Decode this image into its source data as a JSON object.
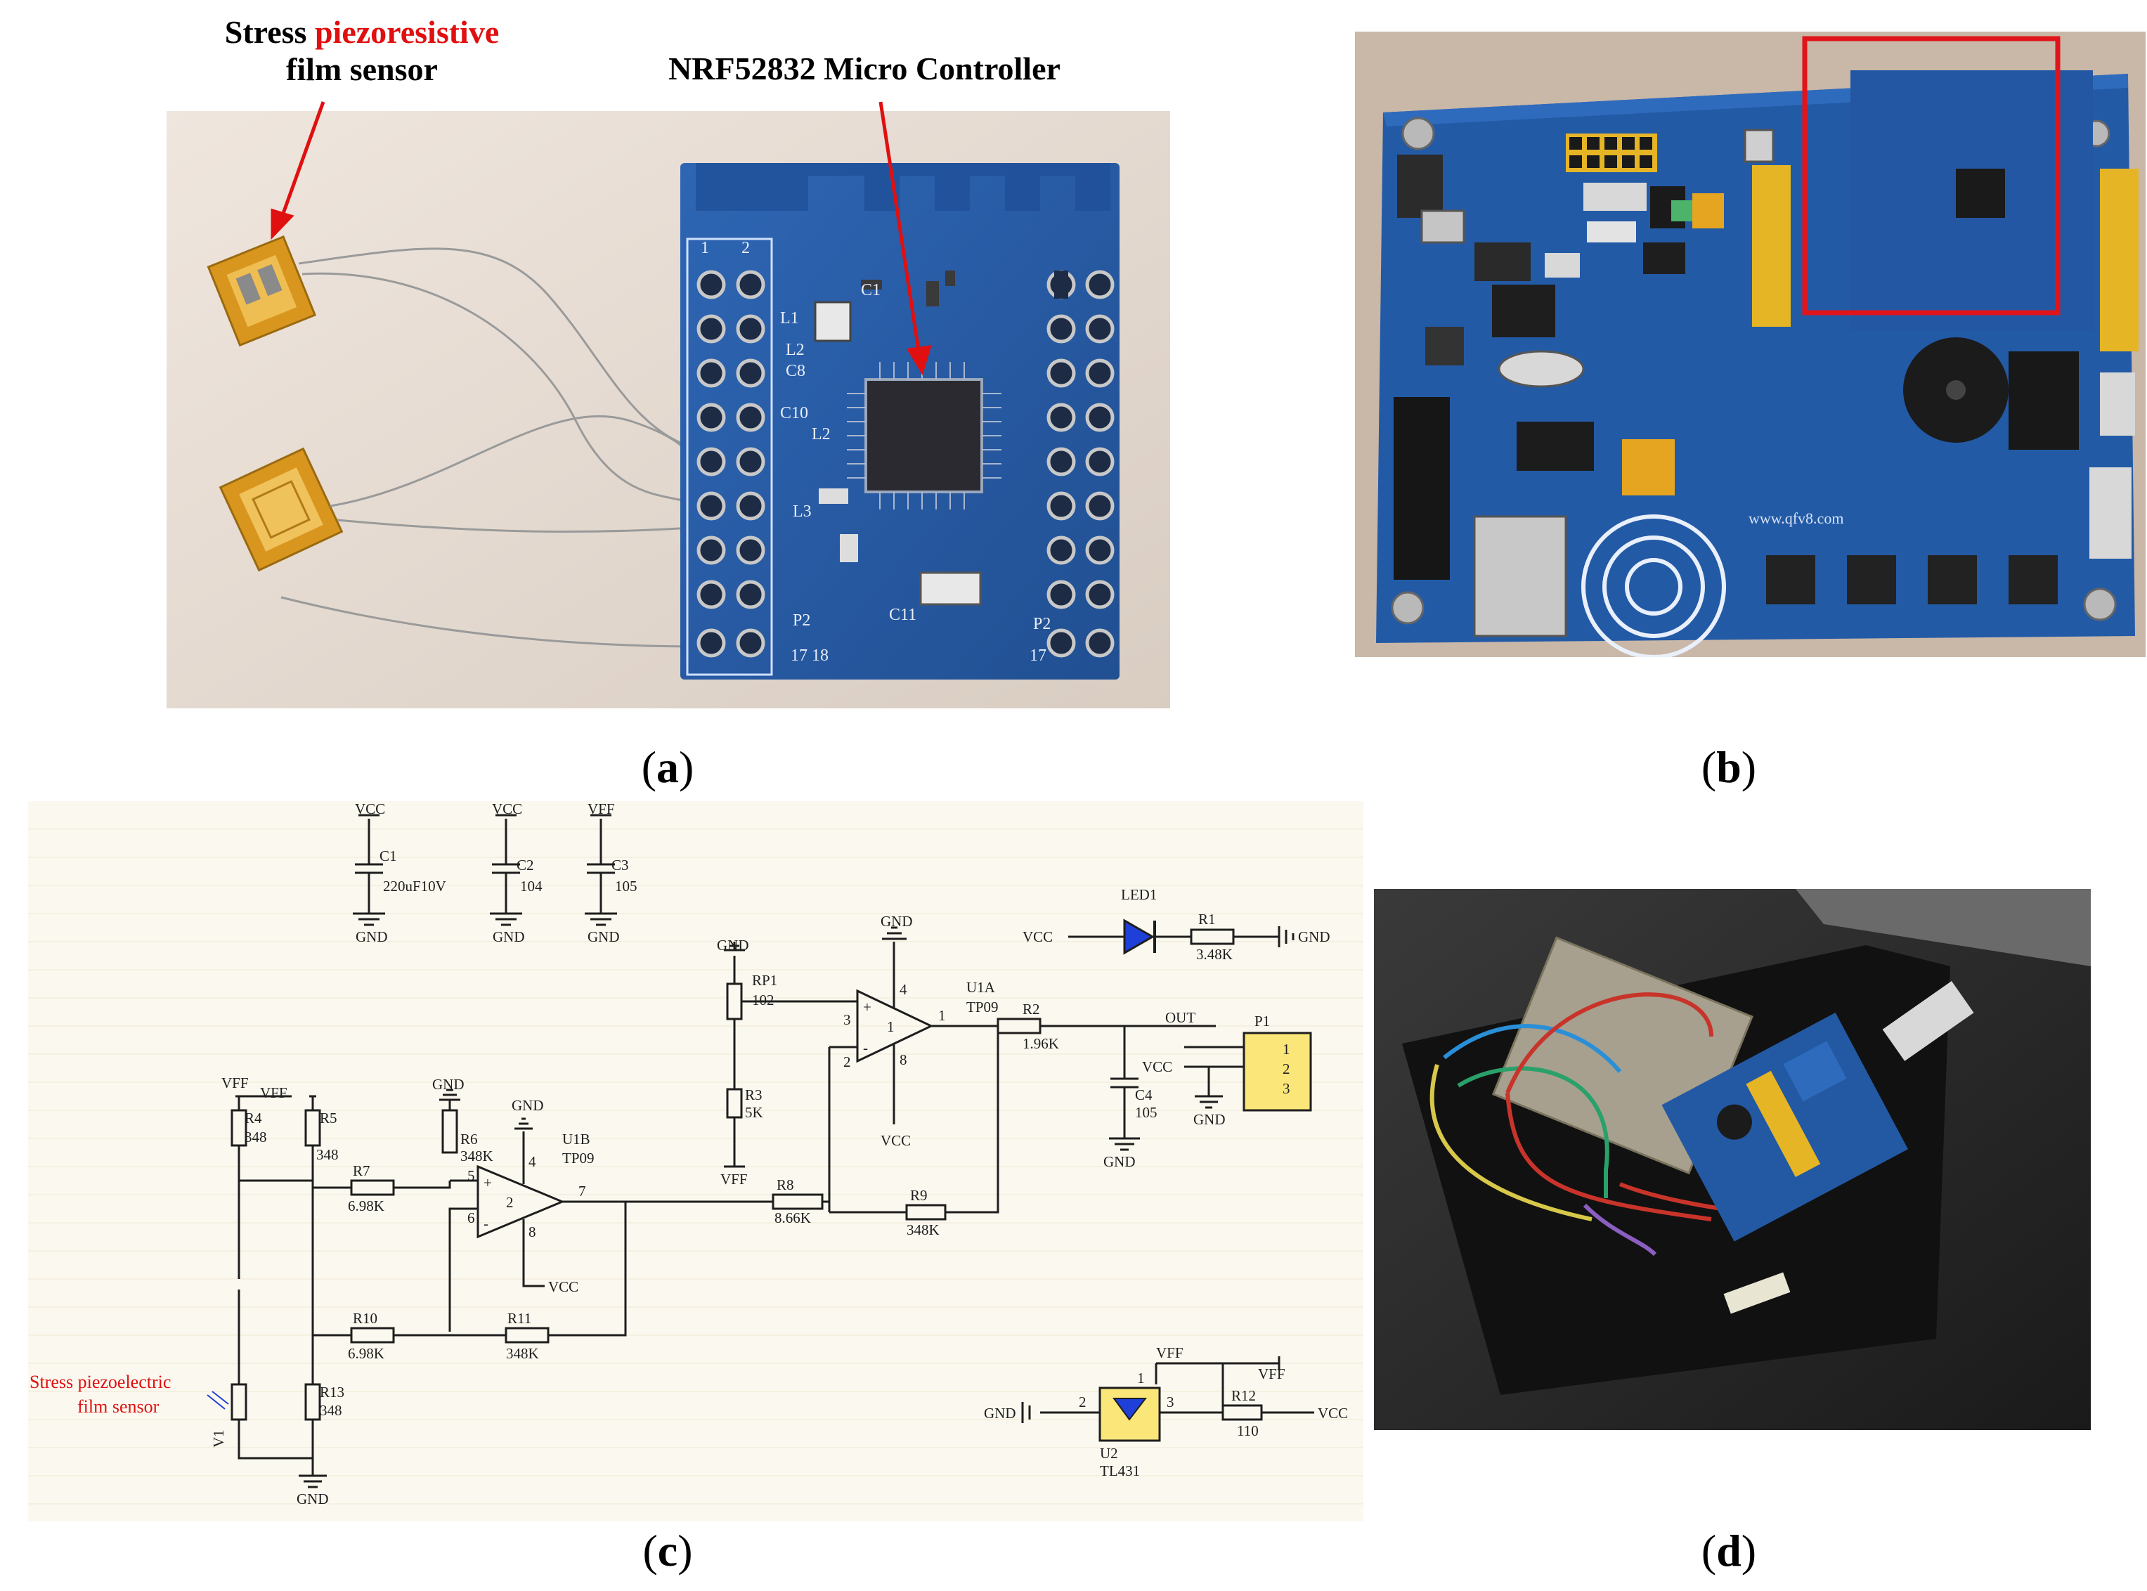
{
  "captions": {
    "a": "a",
    "b": "b",
    "c": "c",
    "d": "d"
  },
  "panel_a": {
    "label_sensor_prefix": "Stress ",
    "label_sensor_red": "piezoresistive",
    "label_sensor_line2": "film sensor",
    "label_mcu": "NRF52832 Micro Controller",
    "pcb_silk": {
      "col1": "1",
      "col2": "2",
      "p2": "P2",
      "pins_bottom": "17 18",
      "p2_right": "P2",
      "pins_right": "17",
      "c1": "C1",
      "l1": "L1",
      "l2_top": "L2",
      "c8": "C8",
      "c10": "C10",
      "l2": "L2",
      "l3": "L3",
      "c11": "C11"
    }
  },
  "panel_b": {
    "site": "www.qfv8.com",
    "highlight_color": "#e0141a"
  },
  "panel_c": {
    "caps": [
      {
        "top": "VCC",
        "name": "C1",
        "value": "220uF10V",
        "bottom": "GND"
      },
      {
        "top": "VCC",
        "name": "C2",
        "value": "104",
        "bottom": "GND"
      },
      {
        "top": "VFF",
        "name": "C3",
        "value": "105",
        "bottom": "GND"
      }
    ],
    "led": {
      "vcc": "VCC",
      "name": "LED1",
      "r_name": "R1",
      "r_value": "3.48K",
      "gnd": "GND"
    },
    "rp1": {
      "gnd": "GND",
      "name": "RP1",
      "value": "102",
      "r3": "R3",
      "r3_value": "5K",
      "vff": "VFF"
    },
    "u1a": {
      "name": "U1A",
      "type": "TP09",
      "pin4": "4",
      "pin3": "3",
      "pin2": "2",
      "pin1": "1",
      "pin8": "8",
      "vcc": "VCC",
      "gnd": "GND",
      "plus": "+",
      "minus": "-",
      "unit": "1"
    },
    "r2": {
      "name": "R2",
      "value": "1.96K"
    },
    "out": {
      "label": "OUT",
      "vcc": "VCC",
      "gnd": "GND",
      "p1": "P1",
      "pins": [
        "1",
        "2",
        "3"
      ]
    },
    "c4": {
      "name": "C4",
      "value": "105",
      "gnd": "GND"
    },
    "u1b": {
      "name": "U1B",
      "type": "TP09",
      "pin4": "4",
      "pin5": "5",
      "pin6": "6",
      "pin7": "7",
      "pin8": "8",
      "vcc": "VCC",
      "gnd": "GND",
      "plus": "+",
      "minus": "-",
      "unit": "2"
    },
    "bridge": {
      "vff1": "VFF",
      "vff2": "VFF",
      "r4": "R4",
      "r4_value": "348",
      "r5": "R5",
      "r5_value": "348",
      "r13": "R13",
      "r13_value": "348",
      "v1": "V1",
      "gnd": "GND"
    },
    "r6": {
      "gnd": "GND",
      "name": "R6",
      "value": "348K"
    },
    "r7": {
      "name": "R7",
      "value": "6.98K"
    },
    "r8": {
      "name": "R8",
      "value": "8.66K"
    },
    "r9": {
      "name": "R9",
      "value": "348K"
    },
    "r10": {
      "name": "R10",
      "value": "6.98K"
    },
    "r11": {
      "name": "R11",
      "value": "348K"
    },
    "sensor_label_line1": "Stress piezoelectric",
    "sensor_label_line2": "film sensor",
    "ref": {
      "vff1": "VFF",
      "vff2": "VFF",
      "gnd": "GND",
      "pin2": "2",
      "pin3": "3",
      "pin1": "1",
      "u2": "U2",
      "u2_type": "TL431",
      "r12": "R12",
      "r12_value": "110",
      "vcc": "VCC"
    }
  },
  "colors": {
    "pcb_blue": "#2a5fa8",
    "gold": "#e4b84a",
    "schematic_bg": "#fbf8ef",
    "red_annot": "#e01010",
    "connector_yellow": "#fbe67a"
  }
}
